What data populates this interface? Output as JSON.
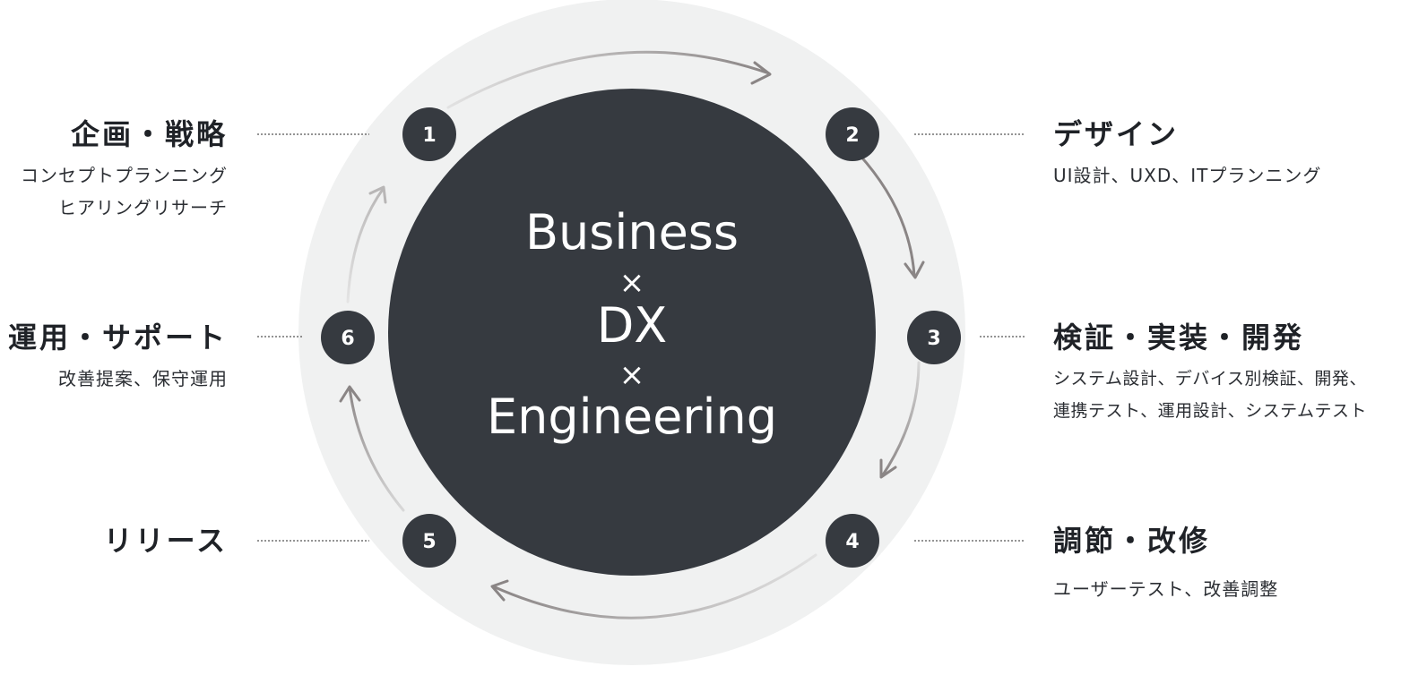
{
  "center": {
    "line1": "Business",
    "line2": "×",
    "line3": "DX",
    "line4": "×",
    "line5": "Engineering"
  },
  "steps": [
    {
      "number": "1",
      "title": "企画・戦略",
      "desc": [
        "コンセプトプランニング",
        "ヒアリングリサーチ"
      ]
    },
    {
      "number": "2",
      "title": "デザイン",
      "desc": [
        "UI設計、UXD、ITプランニング"
      ]
    },
    {
      "number": "3",
      "title": "検証・実装・開発",
      "desc": [
        "システム設計、デバイス別検証、開発、",
        "連携テスト、運用設計、システムテスト"
      ]
    },
    {
      "number": "4",
      "title": "調節・改修",
      "desc": [
        "ユーザーテスト、改善調整"
      ]
    },
    {
      "number": "5",
      "title": "リリース",
      "desc": []
    },
    {
      "number": "6",
      "title": "運用・サポート",
      "desc": [
        "改善提案、保守運用"
      ]
    }
  ],
  "colors": {
    "outer_ring": "#f0f1f1",
    "core": "#363a40",
    "step_circle": "#363a40",
    "arrow": "#8a8585",
    "arrow_light": "#d8d8d8",
    "dotted_line": "#555555"
  }
}
